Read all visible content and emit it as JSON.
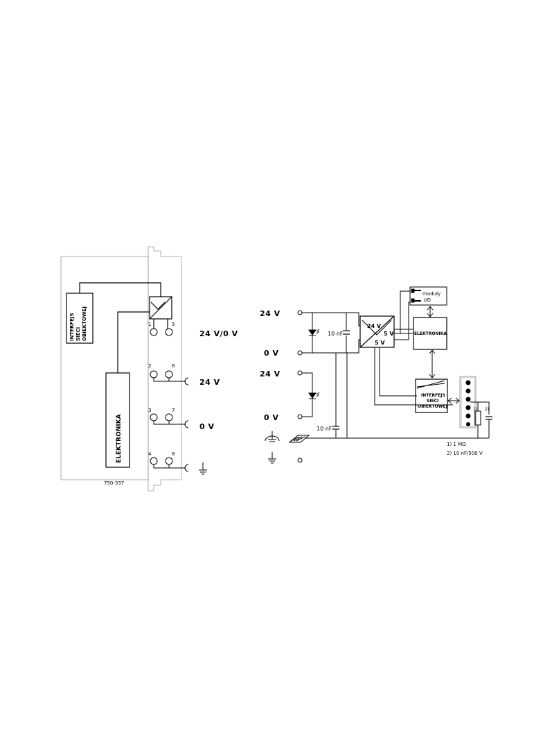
{
  "left_diagram": {
    "fieldbus_interface": [
      "INTERFEJS",
      "SIECI",
      "OBIEKTOWEJ"
    ],
    "electronics": "ELEKTRONIKA",
    "model": "750-337",
    "terminal_numbers": [
      "1",
      "5",
      "2",
      "6",
      "3",
      "7",
      "4",
      "8"
    ],
    "voltage_24v_0v": "24 V/0 V",
    "voltage_24v": "24 V",
    "voltage_0v": "0 V"
  },
  "right_diagram": {
    "v24_top": "24 V",
    "v0_top": "0 V",
    "v24_bottom": "24 V",
    "v0_bottom": "0 V",
    "cap_top": "10 nF",
    "cap_bottom": "10 nF",
    "conv_24v": "24 V",
    "conv_5v_a": "5 V",
    "conv_5v_b": "5 V",
    "io_modules_line1": "moduły",
    "io_modules_line2": "I/O",
    "electronics": "ELEKTRONIKA",
    "fieldbus_interface": [
      "INTERFEJS",
      "SIECI",
      "OBIEKTOWEJ"
    ],
    "ref_1": "1)",
    "ref_2": "2)",
    "note_1": "1) 1 MΩ",
    "note_2": "2) 10 nF/500 V"
  }
}
